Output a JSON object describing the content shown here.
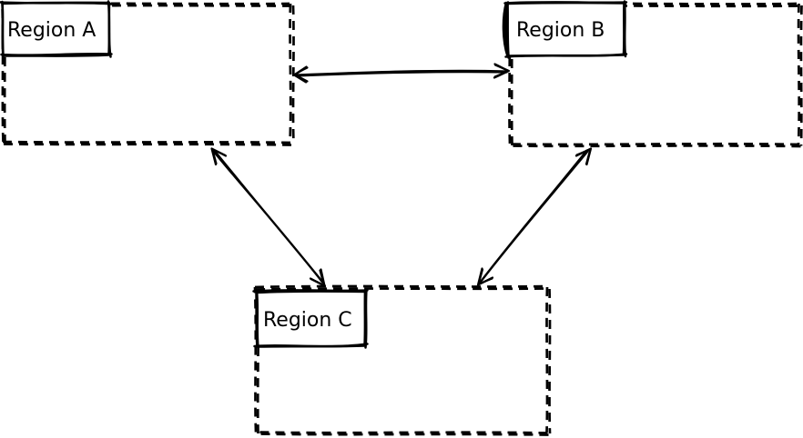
{
  "diagram": {
    "background_color": "#ffffff",
    "stroke_color": "#000000",
    "style": "hand-drawn sketch",
    "regions": [
      {
        "label": "Region A",
        "position": "top-left",
        "border_style": "dashed"
      },
      {
        "label": "Region B",
        "position": "top-right",
        "border_style": "dashed"
      },
      {
        "label": "Region C",
        "position": "bottom-center",
        "border_style": "dashed"
      }
    ],
    "connectors": [
      {
        "from": "Region A",
        "to": "Region B",
        "arrow": "bidirectional"
      },
      {
        "from": "Region A",
        "to": "Region C",
        "arrow": "bidirectional"
      },
      {
        "from": "Region B",
        "to": "Region C",
        "arrow": "bidirectional"
      }
    ]
  }
}
